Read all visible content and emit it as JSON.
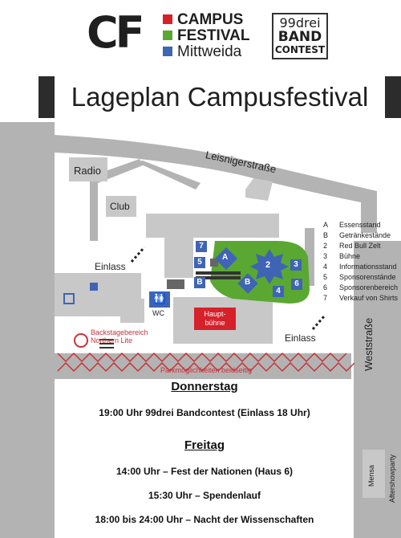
{
  "header": {
    "logo_letters": "CF",
    "logo_line1": "CAMPUS",
    "logo_line2": "FESTIVAL",
    "logo_line3": "Mittweida",
    "band_line1": "99drei",
    "band_line2": "BAND",
    "band_line3": "CONTEST",
    "colors": {
      "red": "#d6212b",
      "green": "#5aa832",
      "blue": "#3e66b3"
    }
  },
  "title": "Lageplan Campusfestival",
  "map": {
    "streets": {
      "north": "Leisnigerstraße",
      "east": "Weststraße"
    },
    "buildings": {
      "radio": "Radio",
      "club": "Club",
      "hauptbuehne_line1": "Haupt-",
      "hauptbuehne_line2": "bühne",
      "mensa": "Mensa",
      "aftershowparty": "Aftershowparty",
      "wc": "WC"
    },
    "entrances": {
      "left": "Einlass",
      "right": "Einlass"
    },
    "backstage_line1": "Backstagebereich",
    "backstage_line2": "Northern Lite",
    "parking": "Parkmöglichkeiten beidseitig",
    "markers": {
      "seven": "7",
      "five": "5",
      "a": "A",
      "b1": "B",
      "b2": "B",
      "two": "2",
      "three": "3",
      "four": "4",
      "six": "6"
    },
    "legend": [
      {
        "key": "A",
        "label": "Essensstand"
      },
      {
        "key": "B",
        "label": "Getränkestände"
      },
      {
        "key": "2",
        "label": "Red Bull Zelt"
      },
      {
        "key": "3",
        "label": "Bühne"
      },
      {
        "key": "4",
        "label": "Informationsstand"
      },
      {
        "key": "5",
        "label": "Sponsorenstände"
      },
      {
        "key": "6",
        "label": "Sponsorenbereich"
      },
      {
        "key": "7",
        "label": "Verkauf von Shirts"
      }
    ],
    "colors": {
      "street": "#b3b3b3",
      "building": "#c8c8c8",
      "green_area": "#5aa832",
      "marker_blue": "#3f64b5",
      "stage_red": "#d6212b",
      "parking_red": "#c8323a"
    }
  },
  "schedule": {
    "day1": "Donnerstag",
    "day1_event1": "19:00 Uhr 99drei Bandcontest (Einlass 18 Uhr)",
    "day2": "Freitag",
    "day2_event1": "14:00 Uhr – Fest der Nationen (Haus 6)",
    "day2_event2": "15:30 Uhr – Spendenlauf",
    "day2_event3": "18:00  bis 24:00 Uhr – Nacht der Wissenschaften"
  }
}
